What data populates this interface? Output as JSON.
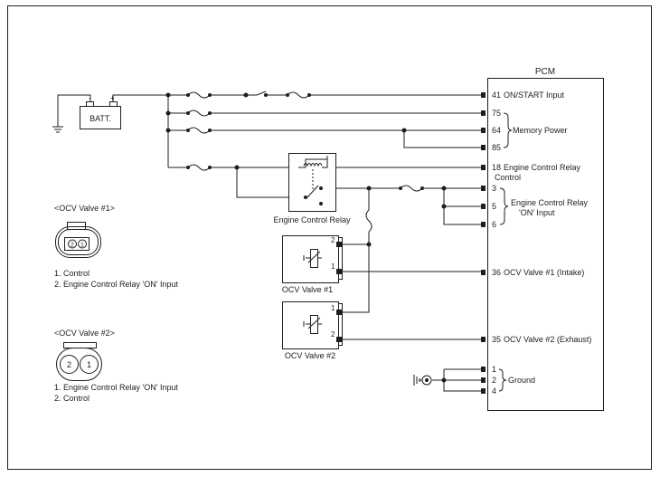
{
  "pcm": {
    "title": "PCM",
    "pins": [
      {
        "num": "41",
        "label": "ON/START Input"
      },
      {
        "num": "75",
        "label": ""
      },
      {
        "num": "64",
        "label": ""
      },
      {
        "num": "85",
        "label": ""
      },
      {
        "num": "18",
        "label": "Engine Control Relay"
      },
      {
        "num": "3",
        "label": ""
      },
      {
        "num": "5",
        "label": ""
      },
      {
        "num": "6",
        "label": ""
      },
      {
        "num": "36",
        "label": "OCV Valve #1 (Intake)"
      },
      {
        "num": "35",
        "label": "OCV Valve #2 (Exhaust)"
      },
      {
        "num": "1",
        "label": ""
      },
      {
        "num": "2",
        "label": ""
      },
      {
        "num": "4",
        "label": ""
      }
    ],
    "engine_control_relay_cont": "Control",
    "memory_power": "Memory Power",
    "relay_on_input_line1": "Engine Control Relay",
    "relay_on_input_line2": "'ON' Input",
    "ground": "Ground"
  },
  "battery": {
    "label": "BATT.",
    "neg": "-",
    "pos": "+"
  },
  "relay": {
    "label": "Engine Control Relay"
  },
  "ocv1": {
    "label": "OCV Valve #1",
    "pin_top": "2",
    "pin_bottom": "1"
  },
  "ocv2": {
    "label": "OCV Valve #2",
    "pin_top": "1",
    "pin_bottom": "2"
  },
  "connector1": {
    "title": "<OCV Valve #1>",
    "pin_a": "2",
    "pin_b": "1",
    "legend": [
      "1. Control",
      "2. Engine Control Relay 'ON' Input"
    ]
  },
  "connector2": {
    "title": "<OCV Valve #2>",
    "pin_a": "2",
    "pin_b": "1",
    "legend": [
      "1. Engine Control Relay 'ON' Input",
      "2. Control"
    ]
  }
}
